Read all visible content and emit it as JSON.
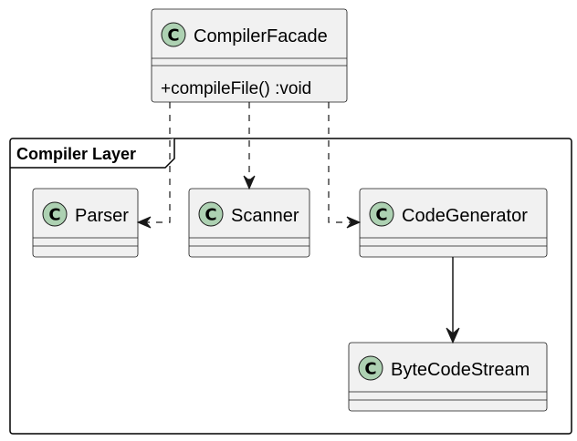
{
  "package": {
    "name": "Compiler Layer"
  },
  "classes": {
    "compiler_facade": {
      "stereotype": "C",
      "name": "CompilerFacade",
      "methods": [
        "+compileFile() :void"
      ]
    },
    "parser": {
      "stereotype": "C",
      "name": "Parser"
    },
    "scanner": {
      "stereotype": "C",
      "name": "Scanner"
    },
    "code_generator": {
      "stereotype": "C",
      "name": "CodeGenerator"
    },
    "byte_code_stream": {
      "stereotype": "C",
      "name": "ByteCodeStream"
    }
  },
  "relations": [
    {
      "from": "CompilerFacade",
      "to": "Parser",
      "type": "dependency"
    },
    {
      "from": "CompilerFacade",
      "to": "Scanner",
      "type": "dependency"
    },
    {
      "from": "CompilerFacade",
      "to": "CodeGenerator",
      "type": "dependency"
    },
    {
      "from": "CodeGenerator",
      "to": "ByteCodeStream",
      "type": "association"
    }
  ],
  "colors": {
    "class_fill": "#f1f1f1",
    "badge_fill": "#add1b2",
    "stroke": "#181818"
  }
}
